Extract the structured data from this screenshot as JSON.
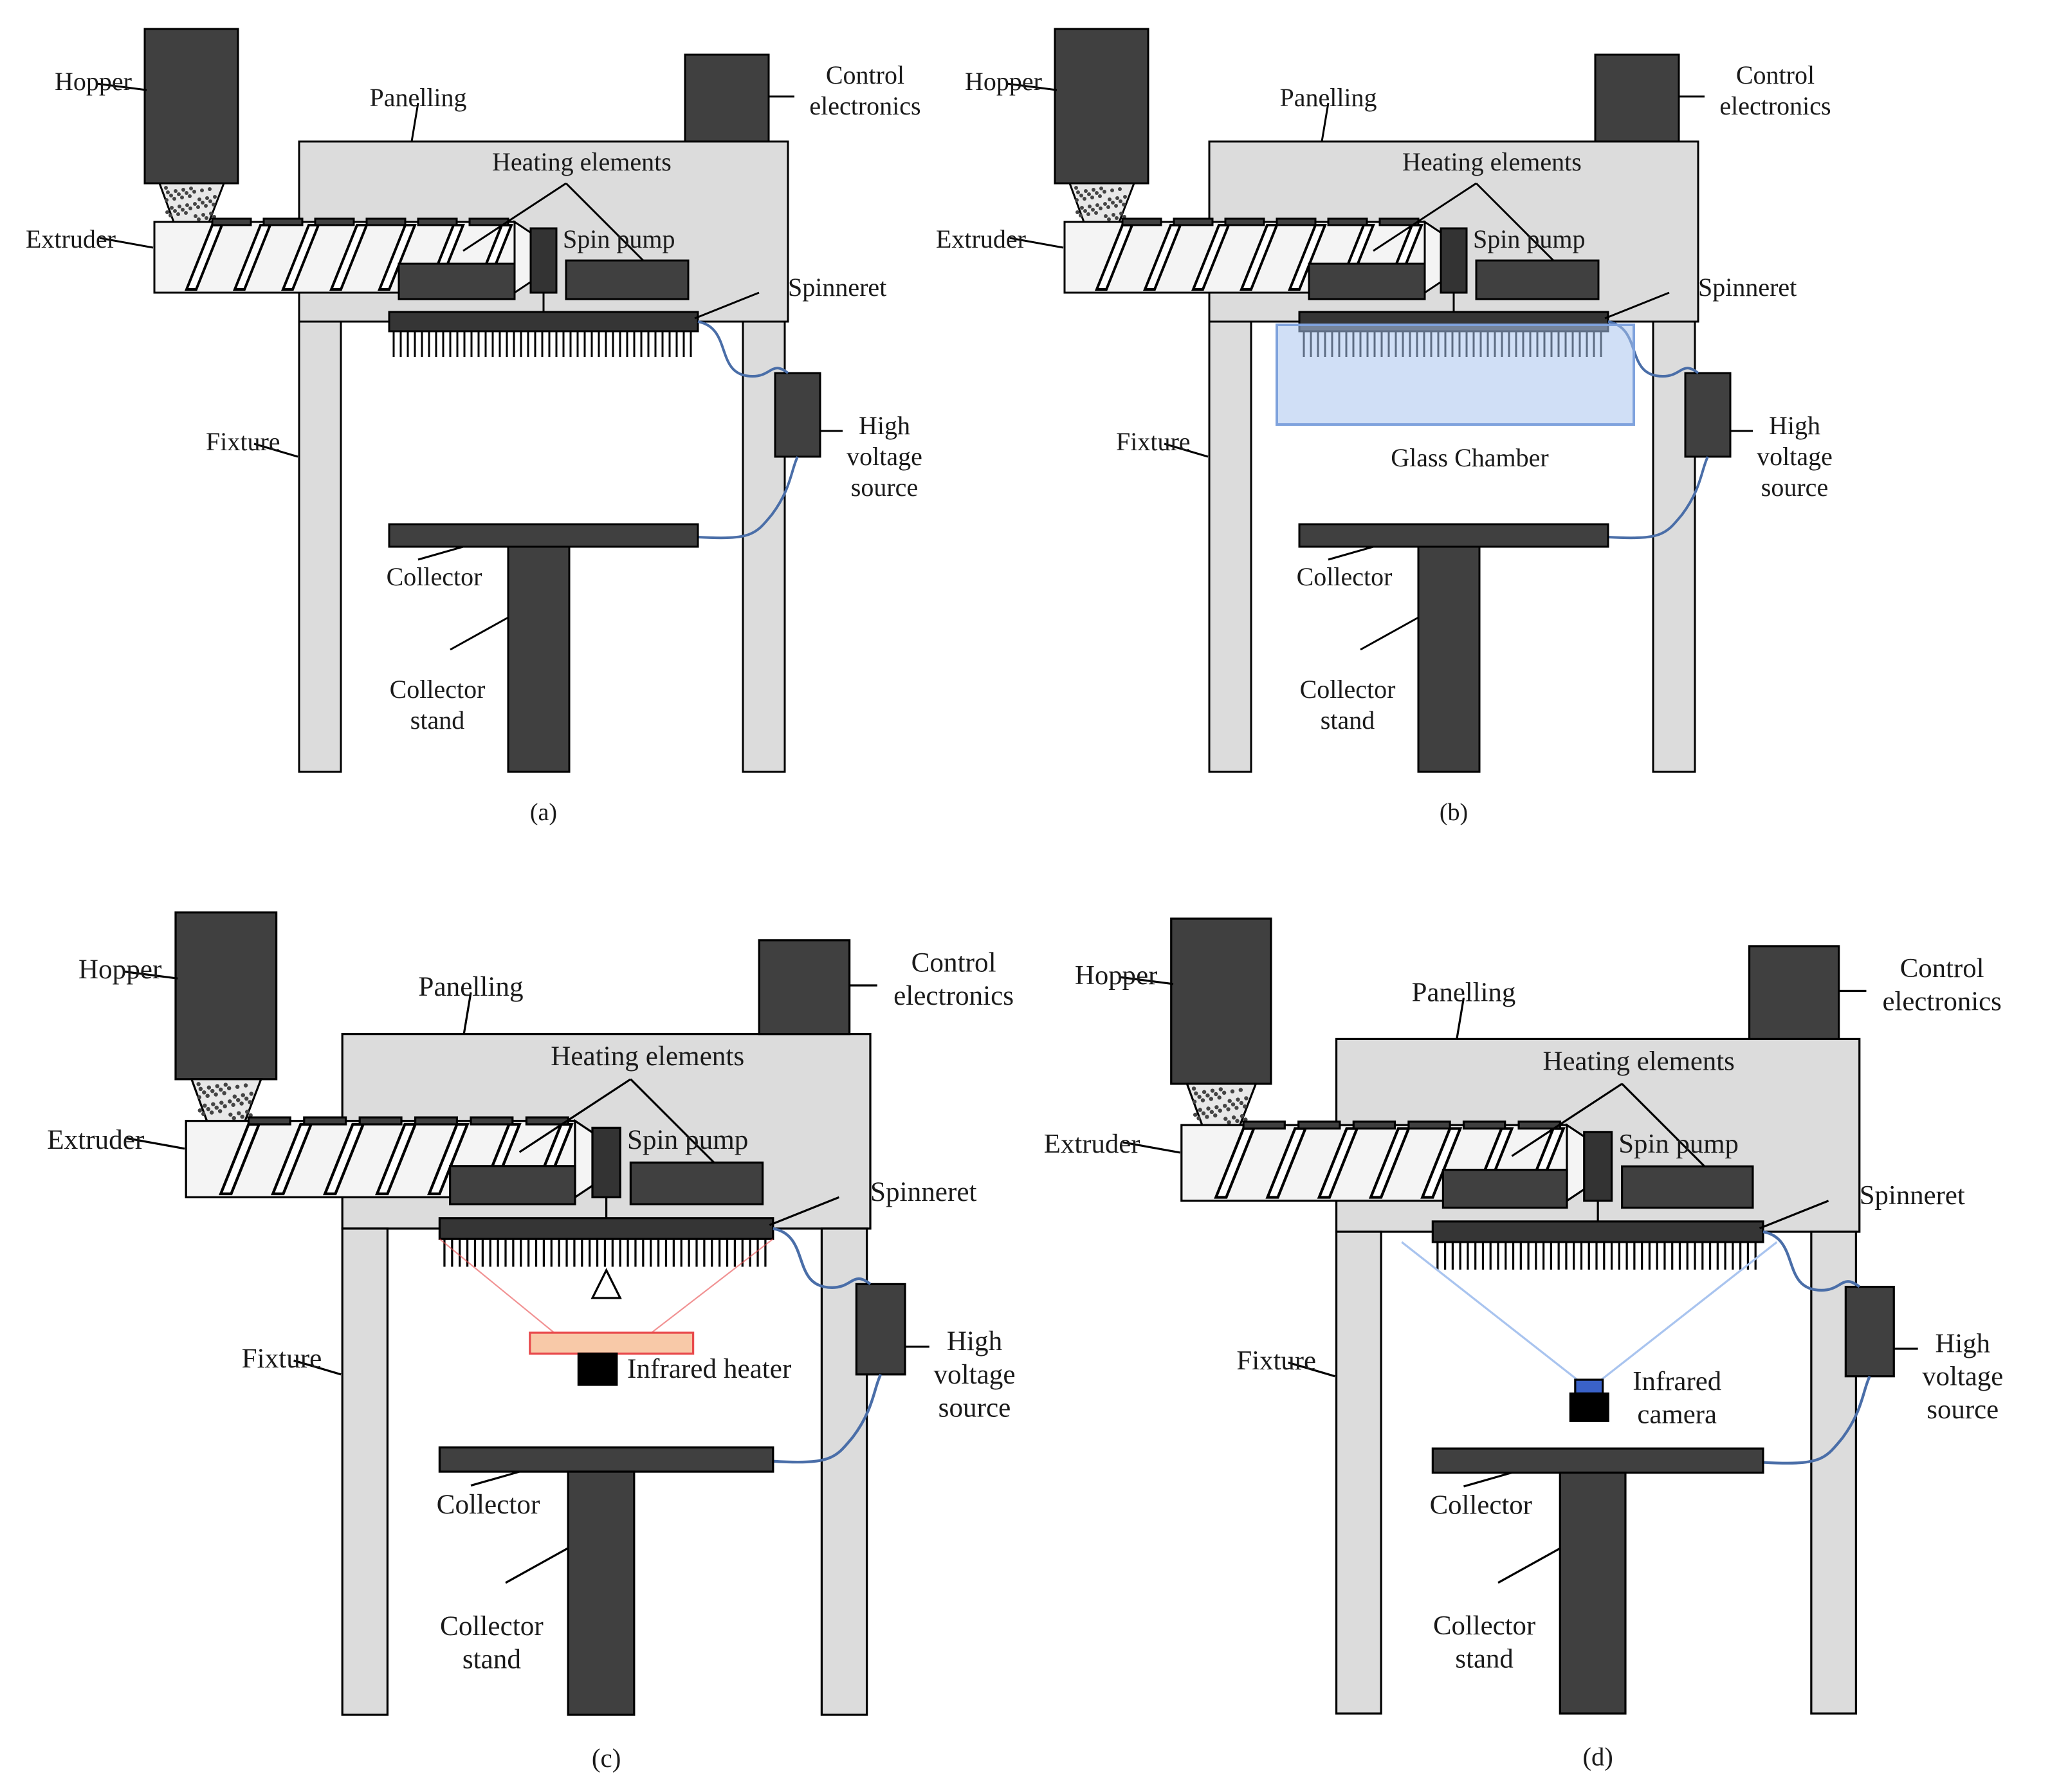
{
  "colors": {
    "dark_block": "#404040",
    "panel_gray": "#dcdcdc",
    "outline": "#000000",
    "wire_blue": "#4a6ea8",
    "glass_blue": "#a9c4ef",
    "heater_red": "#e8494b",
    "heater_fill": "#f8c9a8",
    "camera_beam": "#a9c4ef",
    "camera_lens": "#3a62c8"
  },
  "panels": [
    {
      "id": "a",
      "caption": "(a)",
      "labels": {
        "hopper": "Hopper",
        "panelling": "Panelling",
        "control": [
          "Control",
          "electronics"
        ],
        "heating": "Heating elements",
        "extruder": "Extruder",
        "spin_pump": "Spin pump",
        "spinneret": "Spinneret",
        "fixture": "Fixture",
        "hv_source": [
          "High",
          "voltage",
          "source"
        ],
        "collector": "Collector",
        "collector_stand": [
          "Collector",
          "stand"
        ]
      }
    },
    {
      "id": "b",
      "caption": "(b)",
      "labels": {
        "hopper": "Hopper",
        "panelling": "Panelling",
        "control": [
          "Control",
          "electronics"
        ],
        "heating": "Heating elements",
        "extruder": "Extruder",
        "spin_pump": "Spin pump",
        "spinneret": "Spinneret",
        "fixture": "Fixture",
        "hv_source": [
          "High",
          "voltage",
          "source"
        ],
        "collector": "Collector",
        "collector_stand": [
          "Collector",
          "stand"
        ],
        "glass_chamber": "Glass Chamber"
      }
    },
    {
      "id": "c",
      "caption": "(c)",
      "labels": {
        "hopper": "Hopper",
        "panelling": "Panelling",
        "control": [
          "Control",
          "electronics"
        ],
        "heating": "Heating elements",
        "extruder": "Extruder",
        "spin_pump": "Spin pump",
        "spinneret": "Spinneret",
        "fixture": "Fixture",
        "hv_source": [
          "High",
          "voltage",
          "source"
        ],
        "collector": "Collector",
        "collector_stand": [
          "Collector",
          "stand"
        ],
        "infrared_heater": "Infrared heater"
      }
    },
    {
      "id": "d",
      "caption": "(d)",
      "labels": {
        "hopper": "Hopper",
        "panelling": "Panelling",
        "control": [
          "Control",
          "electronics"
        ],
        "heating": "Heating elements",
        "extruder": "Extruder",
        "spin_pump": "Spin pump",
        "spinneret": "Spinneret",
        "fixture": "Fixture",
        "hv_source": [
          "High",
          "voltage",
          "source"
        ],
        "collector": "Collector",
        "collector_stand": [
          "Collector",
          "stand"
        ],
        "infrared_camera": [
          "Infrared",
          "camera"
        ]
      }
    }
  ]
}
